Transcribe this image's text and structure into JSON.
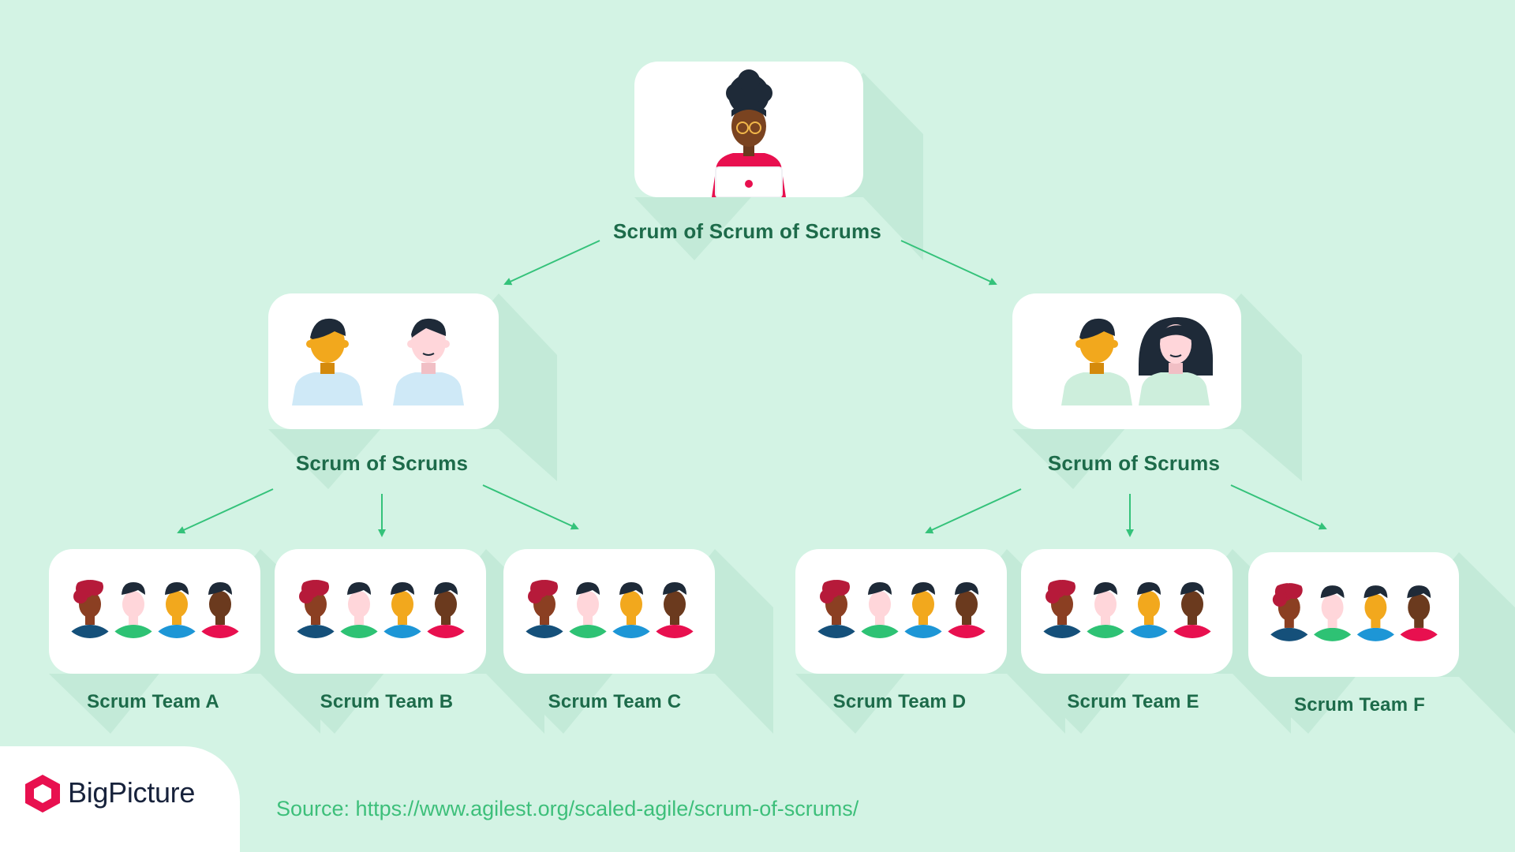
{
  "diagram": {
    "top": {
      "label": "Scrum of Scrum of Scrums"
    },
    "middle": [
      {
        "label": "Scrum of Scrums"
      },
      {
        "label": "Scrum of Scrums"
      }
    ],
    "teams": [
      {
        "label": "Scrum Team A"
      },
      {
        "label": "Scrum Team B"
      },
      {
        "label": "Scrum Team C"
      },
      {
        "label": "Scrum Team D"
      },
      {
        "label": "Scrum Team E"
      },
      {
        "label": "Scrum Team F"
      }
    ]
  },
  "source": {
    "text": "Source: https://www.agilest.org/scaled-agile/scrum-of-scrums/"
  },
  "brand": {
    "name": "BigPicture"
  },
  "colors": {
    "background": "#d3f3e4",
    "card": "#ffffff",
    "label": "#1d6b4a",
    "arrow": "#34c27a",
    "brand": "#e8104f",
    "source": "#3dbf7a"
  }
}
